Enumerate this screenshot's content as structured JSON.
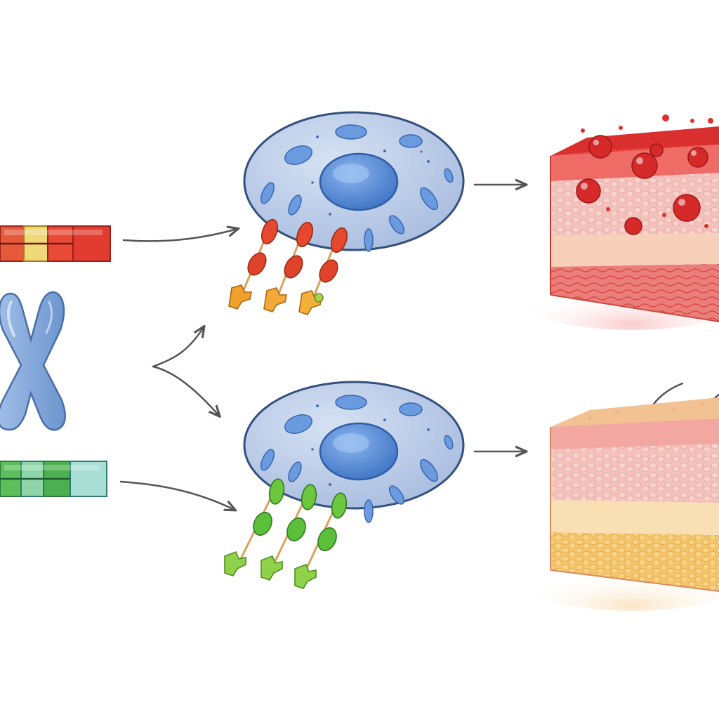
{
  "figure": {
    "title": "",
    "caption": "",
    "colors": {
      "background": "#ffffff",
      "cell_body": "#b4c8e6",
      "cell_outline": "#34507e",
      "nucleus": "#5b8fd6",
      "organelle": "#6a9be0",
      "chromosome": "#7fa6da",
      "arrow": "#555555",
      "variant_red": "#e0362c",
      "variant_yellow": "#e7dc68",
      "variant_teal": "#8fd3c7",
      "variant_green": "#49b04e",
      "protein_red": "#e0432c",
      "protein_orange": "#f0a02c",
      "protein_green": "#5cbf3a",
      "tissue_red_top": "#e03a3a",
      "tissue_pink": "#f2b3ae",
      "tissue_beige": "#f6d8ad",
      "tissue_yellow": "#f3c064"
    }
  },
  "elements": {
    "chromosome": {
      "icon": "chromosome-icon"
    },
    "gene_variant_top": {
      "icon": "gene-bar-icon",
      "palette": "red-yellow"
    },
    "gene_variant_bottom": {
      "icon": "gene-bar-icon",
      "palette": "teal-green"
    },
    "cell_top": {
      "icon": "cell-icon",
      "protein_color": "red-orange"
    },
    "cell_bottom": {
      "icon": "cell-icon",
      "protein_color": "green"
    },
    "tissue_top": {
      "icon": "tissue-block-icon",
      "state": "inflamed"
    },
    "tissue_bottom": {
      "icon": "tissue-block-icon",
      "state": "normal"
    },
    "arrows": {
      "icon": "arrow-icon"
    }
  }
}
